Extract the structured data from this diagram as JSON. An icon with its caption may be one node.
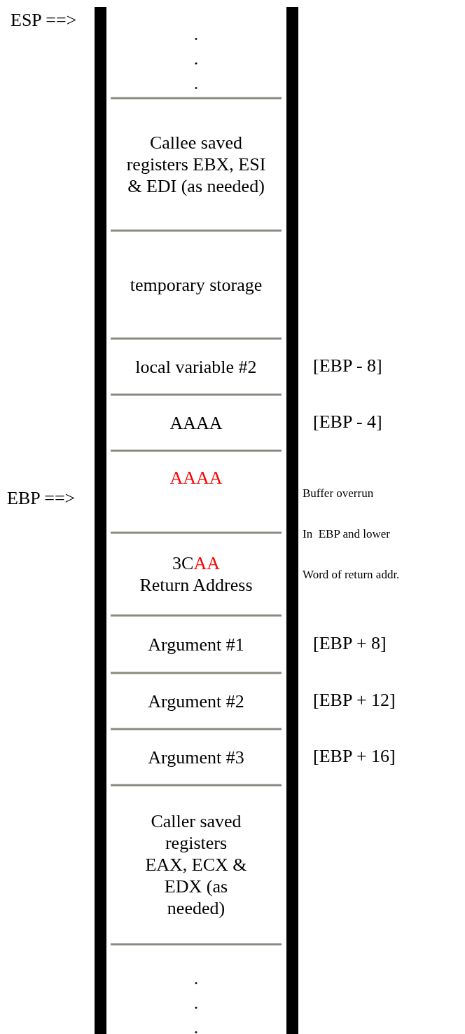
{
  "diagram": {
    "nodes": [
      {
        "text": [
          ".",
          ".",
          "."
        ]
      },
      {
        "text": [
          "Callee saved registers EBX, ESI & EDI (as needed)"
        ]
      },
      {
        "text": [
          "temporary storage"
        ]
      },
      {
        "text": [
          "local variable #2"
        ]
      },
      {
        "text": [
          "AAAA"
        ]
      },
      {
        "text": [
          "AAAA"
        ]
      },
      {
        "text": [
          "3CAA",
          "Return Address"
        ]
      },
      {
        "text": [
          "Argument #1"
        ]
      },
      {
        "text": [
          "Argument #2"
        ]
      },
      {
        "text": [
          "Argument #3"
        ]
      },
      {
        "text": [
          "Caller saved registers EAX, ECX & EDX (as needed)"
        ]
      },
      {
        "text": [
          ".",
          ".",
          "."
        ]
      }
    ],
    "labels": [
      "ESP ==>",
      "[EBP - 8]",
      "[EBP - 4]",
      "EBP ==>",
      "Buffer overrun",
      "In  EBP and lower",
      "Word of return addr.",
      "[EBP + 8]",
      "[EBP + 12]",
      "[EBP + 16]"
    ]
  }
}
